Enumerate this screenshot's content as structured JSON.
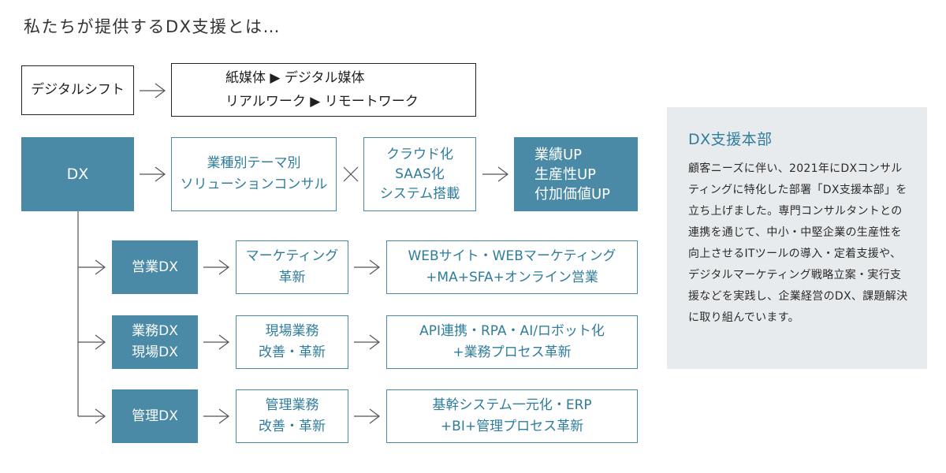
{
  "title": "私たちが提供するDX支援とは…",
  "row1": {
    "source": "デジタルシフト",
    "shifts": [
      "紙媒体 ▶ デジタル媒体",
      "リアルワーク ▶ リモートワーク"
    ]
  },
  "row2": {
    "dx": "DX",
    "consult": [
      "業種別テーマ別",
      "ソリューションコンサル"
    ],
    "times": "×",
    "systems": [
      "クラウド化",
      "SAAS化",
      "システム搭載"
    ],
    "results": [
      "業績UP",
      "生産性UP",
      "付加価値UP"
    ]
  },
  "branches": [
    {
      "name": [
        "営業DX"
      ],
      "theme": [
        "マーケティング",
        "革新"
      ],
      "detail": [
        "WEBサイト・WEBマーケティング",
        "+MA+SFA+オンライン営業"
      ]
    },
    {
      "name": [
        "業務DX",
        "現場DX"
      ],
      "theme": [
        "現場業務",
        "改善・革新"
      ],
      "detail": [
        "API連携・RPA・AI/ロボット化",
        "+業務プロセス革新"
      ]
    },
    {
      "name": [
        "管理DX"
      ],
      "theme": [
        "管理業務",
        "改善・革新"
      ],
      "detail": [
        "基幹システム一元化・ERP",
        "+BI+管理プロセス革新"
      ]
    }
  ],
  "panel": {
    "heading": "DX支援本部",
    "body": "顧客ニーズに伴い、2021年にDXコンサルティングに特化した部署「DX支援本部」を立ち上げました。専門コンサルタントとの連携を通じて、中小・中堅企業の生産性を向上させるITツールの導入・定着支援や、デジタルマーケティング戦略立案・実行支援などを実践し、企業経営のDX、課題解決に取り組んでいます。"
  },
  "colors": {
    "accent": "#4a8aa6",
    "accent_text": "#2f7d9c",
    "panel_bg": "#e8ebed",
    "line": "#555555"
  }
}
